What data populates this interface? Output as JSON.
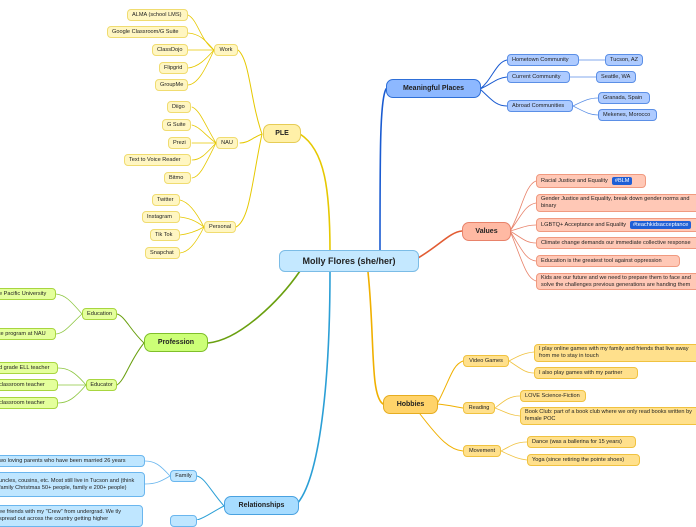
{
  "map": {
    "central": "Molly Flores (she/her)",
    "ple": {
      "title": "PLE",
      "work": "Work",
      "work_items": [
        "ALMA (school LMS)",
        "Google Classroom/G Suite",
        "ClassDojo",
        "Flipgrid",
        "GroupMe"
      ],
      "nau": "NAU",
      "nau_items": [
        "Diigo",
        "G Suite",
        "Prezi",
        "Text to Voice Reader",
        "Bitmo"
      ],
      "personal": "Personal",
      "personal_items": [
        "Twitter",
        "Instagram",
        "Tik Tok",
        "Snapchat"
      ]
    },
    "profession": {
      "title": "Profession",
      "education": "Education",
      "education_items": [
        "e Pacific University",
        "te program at NAU"
      ],
      "educator": "Educator",
      "educator_items": [
        "d grade ELL teacher",
        "classroom teacher",
        "classroom teacher"
      ]
    },
    "relationships": {
      "title": "Relationships",
      "family": "Family",
      "family_items": [
        "wo loving parents who have been married 26 years",
        "uncles, cousins, etc. Most still live in Tucson and (think family Christmas 50+ people, family e 200+ people)"
      ],
      "friends_item": "ee friends with my \"Crew\" from undergrad. We tly spread out across the country getting higher"
    },
    "places": {
      "title": "Meaningful Places",
      "hometown": "Hometown Community",
      "hometown_item": "Tucson, AZ",
      "current": "Current Community",
      "current_item": "Seattle, WA",
      "abroad": "Abroad Communities",
      "abroad_items": [
        "Granada, Spain",
        "Mekenes, Morocco"
      ]
    },
    "values": {
      "title": "Values",
      "items": [
        {
          "text": "Racial Justice and Equality",
          "tag": "#BLM"
        },
        {
          "text": "Gender Justice and Equality, break down gender norms and binary",
          "tag": ""
        },
        {
          "text": "LGBTQ+ Acceptance and Equality",
          "tag": "#teachkidsacceptance"
        },
        {
          "text": "Climate change demands our immediate collective response",
          "tag": ""
        },
        {
          "text": "Education is the greatest tool against oppression",
          "tag": ""
        },
        {
          "text": "Kids are our future and we need to prepare them to face and solve the challenges previous generations are handing them",
          "tag": ""
        }
      ]
    },
    "hobbies": {
      "title": "Hobbies",
      "video_games": "Video Games",
      "video_items": [
        "I play online games with my family and friends that live away from me to stay in touch",
        "I also play games with my partner"
      ],
      "reading": "Reading",
      "reading_items": [
        "LOVE Science-Fiction",
        "Book Club: part of a book club where we only read books written by female POC"
      ],
      "movement": "Movement",
      "movement_items": [
        "Dance (was a ballerina for 15 years)",
        "Yoga (since retiring the pointe shoes)"
      ]
    }
  }
}
